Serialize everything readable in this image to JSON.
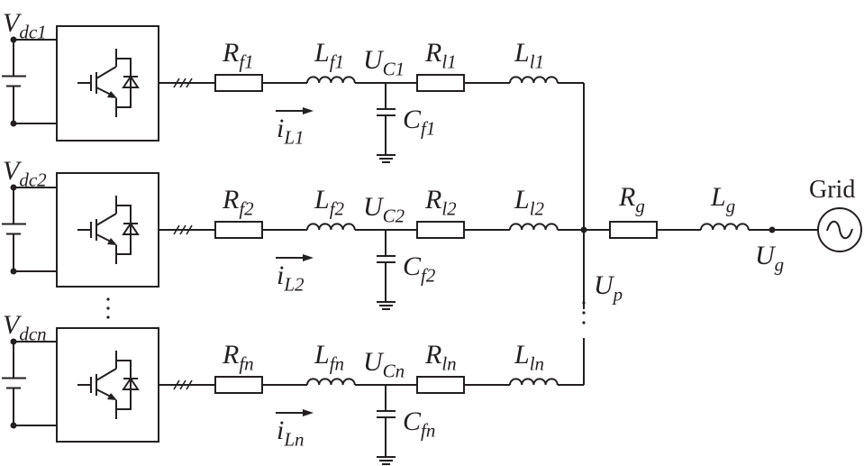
{
  "title": "Parallel grid-connected inverters with LCL filters",
  "colors": {
    "line": "#231f20",
    "background": "#ffffff"
  },
  "branches": [
    {
      "index": "1",
      "vdc": {
        "main": "V",
        "sub": "dc1"
      },
      "rf": {
        "main": "R",
        "sub": "f1"
      },
      "lf": {
        "main": "L",
        "sub": "f1"
      },
      "uc": {
        "main": "U",
        "sub": "C1"
      },
      "rl": {
        "main": "R",
        "sub": "l1"
      },
      "ll": {
        "main": "L",
        "sub": "l1"
      },
      "cf": {
        "main": "C",
        "sub": "f1"
      },
      "il": {
        "main": "i",
        "sub": "L1"
      }
    },
    {
      "index": "2",
      "vdc": {
        "main": "V",
        "sub": "dc2"
      },
      "rf": {
        "main": "R",
        "sub": "f2"
      },
      "lf": {
        "main": "L",
        "sub": "f2"
      },
      "uc": {
        "main": "U",
        "sub": "C2"
      },
      "rl": {
        "main": "R",
        "sub": "l2"
      },
      "ll": {
        "main": "L",
        "sub": "l2"
      },
      "cf": {
        "main": "C",
        "sub": "f2"
      },
      "il": {
        "main": "i",
        "sub": "L2"
      }
    },
    {
      "index": "n",
      "vdc": {
        "main": "V",
        "sub": "dcn"
      },
      "rf": {
        "main": "R",
        "sub": "fn"
      },
      "lf": {
        "main": "L",
        "sub": "fn"
      },
      "uc": {
        "main": "U",
        "sub": "Cn"
      },
      "rl": {
        "main": "R",
        "sub": "ln"
      },
      "ll": {
        "main": "L",
        "sub": "ln"
      },
      "cf": {
        "main": "C",
        "sub": "fn"
      },
      "il": {
        "main": "i",
        "sub": "Ln"
      }
    }
  ],
  "grid_side": {
    "rg": {
      "main": "R",
      "sub": "g"
    },
    "lg": {
      "main": "L",
      "sub": "g"
    },
    "ug": {
      "main": "U",
      "sub": "g"
    },
    "up": {
      "main": "U",
      "sub": "p"
    },
    "grid_label": "Grid"
  },
  "icons": [
    "igbt-icon",
    "diode-icon",
    "battery-icon",
    "ac-source-icon",
    "ground-icon",
    "three-phase-marker-icon"
  ]
}
